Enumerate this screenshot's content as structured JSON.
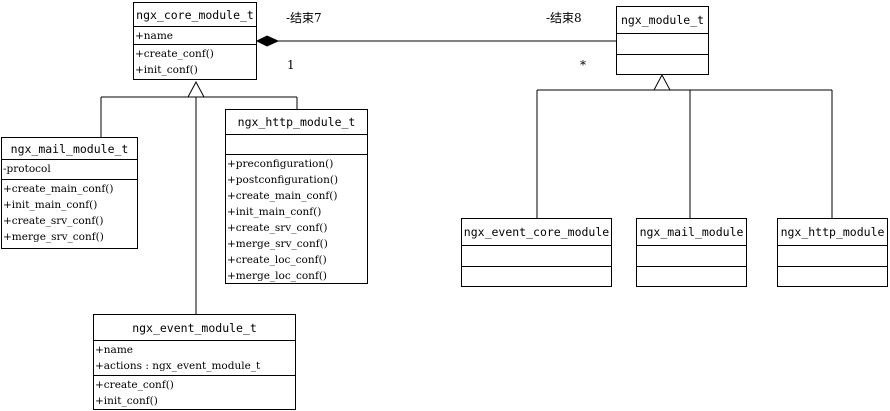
{
  "classes": {
    "core": {
      "name": "ngx_core_module_t",
      "attrs": [
        "+name"
      ],
      "ops": [
        "+create_conf()",
        "+init_conf()"
      ]
    },
    "module": {
      "name": "ngx_module_t",
      "attrs": [],
      "ops": []
    },
    "mail": {
      "name": "ngx_mail_module_t",
      "attrs": [
        "-protocol"
      ],
      "ops": [
        "+create_main_conf()",
        "+init_main_conf()",
        "+create_srv_conf()",
        "+merge_srv_conf()"
      ]
    },
    "http": {
      "name": "ngx_http_module_t",
      "attrs": [],
      "ops": [
        "+preconfiguration()",
        "+postconfiguration()",
        "+create_main_conf()",
        "+init_main_conf()",
        "+create_srv_conf()",
        "+merge_srv_conf()",
        "+create_loc_conf()",
        "+merge_loc_conf()"
      ]
    },
    "event": {
      "name": "ngx_event_module_t",
      "attrs": [
        "+name",
        "+actions : ngx_event_module_t"
      ],
      "ops": [
        "+create_conf()",
        "+init_conf()"
      ]
    },
    "event_core": {
      "name": "ngx_event_core_module",
      "attrs": [],
      "ops": []
    },
    "mail_mod": {
      "name": "ngx_mail_module",
      "attrs": [],
      "ops": []
    },
    "http_mod": {
      "name": "ngx_http_module",
      "attrs": [],
      "ops": []
    }
  },
  "labels": {
    "end7": "-结束7",
    "end8": "-结束8",
    "mult_one": "1",
    "mult_many": "*"
  },
  "colors": {
    "line": "#000000",
    "box": "#ffffff"
  }
}
